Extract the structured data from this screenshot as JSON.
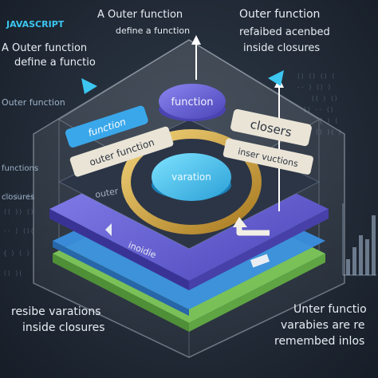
{
  "labels": {
    "javascript_tag": "JAVASCRIPT",
    "top_center_line1": "A Outer function",
    "top_center_line2": "define a function",
    "top_right_line1": "Outer function",
    "top_right_line2": "refaibed acenbed",
    "top_right_line3": "inside closures",
    "left_line1": "A Outer function",
    "left_line2": "define a functio",
    "left_small_1": "Outer function",
    "left_small_2": "functions",
    "left_small_3": "closures",
    "bubble_function": "function",
    "bubble_variation": "varation",
    "card_function": "function",
    "card_outer_function": "outer function",
    "card_closures": "closers",
    "card_inner_functions": "inser vuctions",
    "plate_text_outer": "outer",
    "plate_text_bottom": "inoidie",
    "bottom_left_line1": "resibe varations",
    "bottom_left_line2": "inside closures",
    "bottom_right_line1": "Unter functio",
    "bottom_right_line2": "varabies are re",
    "bottom_right_line3": "remembed inlos"
  },
  "colors": {
    "background": "#222b37",
    "accent_cyan": "#3cc6f0",
    "accent_purple": "#6b63d6",
    "accent_green": "#7ec85a",
    "ring_gold": "#d4a944",
    "card_cream": "#e9e4d6",
    "text_light": "#e8edf3"
  },
  "icons": [
    "arrow-up-icon",
    "arrow-left-icon",
    "ring-arrow-icon"
  ]
}
